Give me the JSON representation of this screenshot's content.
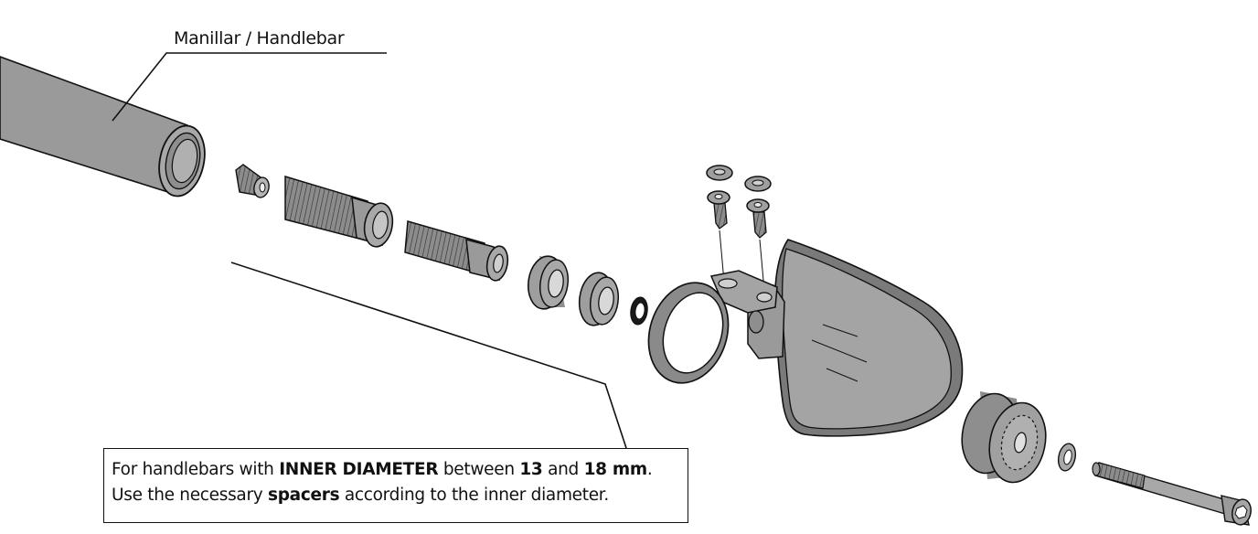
{
  "callout": {
    "label": "Manillar / Handlebar"
  },
  "note": {
    "line1": {
      "p1": "For handlebars with ",
      "b1": "INNER DIAMETER",
      "p2": " between ",
      "b2": "13",
      "p3": " and ",
      "b3": "18 mm",
      "p4": "."
    },
    "line2": {
      "p1": "Use the necessary ",
      "b1": "spacers",
      "p2": " according to the inner diameter."
    }
  },
  "colors": {
    "part_fill": "#9a9a9a",
    "part_dark": "#6e6e6e",
    "part_light": "#bdbdbd",
    "outline": "#111111"
  }
}
